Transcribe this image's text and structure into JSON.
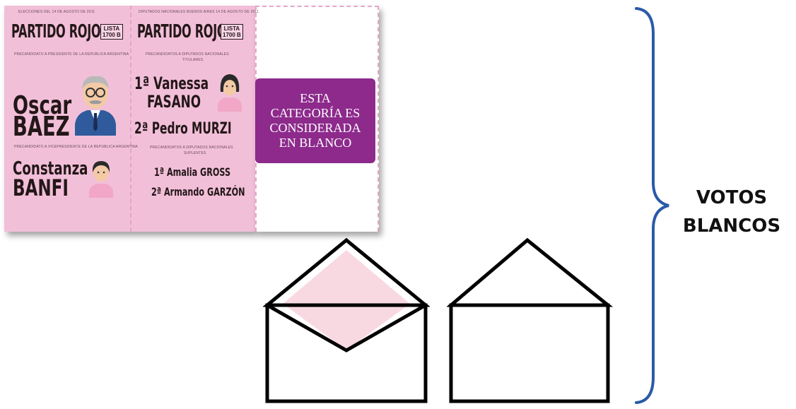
{
  "ballot": {
    "col1": {
      "header_small": "ELECCIONES DEL 14 DE AGOSTO DE 2011",
      "party": "PARTIDO ROJO",
      "lista": [
        "LISTA",
        "1700 B"
      ],
      "cat1_small": "PRECANDIDATO A PRESIDENTE DE LA REPUBLICA ARGENTINA",
      "cand1_first": "Oscar",
      "cand1_last": "BAEZ",
      "cat2_small": "PRECANDIDATO A VICEPRESIDENTE DE LA REPUBLICA ARGENTINA",
      "cand2_first": "Constanza",
      "cand2_last": "BANFI"
    },
    "col2": {
      "header_small": "DIPUTADOS NACIONALES BUENOS AIRES 14 DE AGOSTO DE 2011",
      "party": "PARTIDO ROJO",
      "lista": [
        "LISTA",
        "1700 B"
      ],
      "cat1_small": "PRECANDIDATOS A DIPUTADOS NACIONALES",
      "cat1_small2": "TITULARES",
      "cand1": "1ª Vanessa",
      "cand1b": "FASANO",
      "cand2": "2ª Pedro MURZI",
      "cat2_small": "PRECANDIDATOS A DIPUTADOS NACIONALES",
      "cat2_small2": "SUPLENTES",
      "cand3": "1ª Amalia GROSS",
      "cand4": "2ª Armando GARZÓN"
    },
    "blank_notice": [
      "ESTA",
      "CATEGORÍA ES",
      "CONSIDERADA",
      "EN BLANCO"
    ]
  },
  "label": [
    "VOTOS",
    "BLANCOS"
  ],
  "colors": {
    "ballot_pink": "#f2bfd9",
    "notice_purple": "#8d2a8c",
    "brace_blue": "#2a5aa8",
    "envelope_fill_pink": "#f9d9e1"
  },
  "icons": [
    "man-avatar-icon",
    "woman-avatar-icon",
    "open-envelope-with-ballot-icon",
    "open-envelope-empty-icon",
    "curly-brace-icon"
  ]
}
